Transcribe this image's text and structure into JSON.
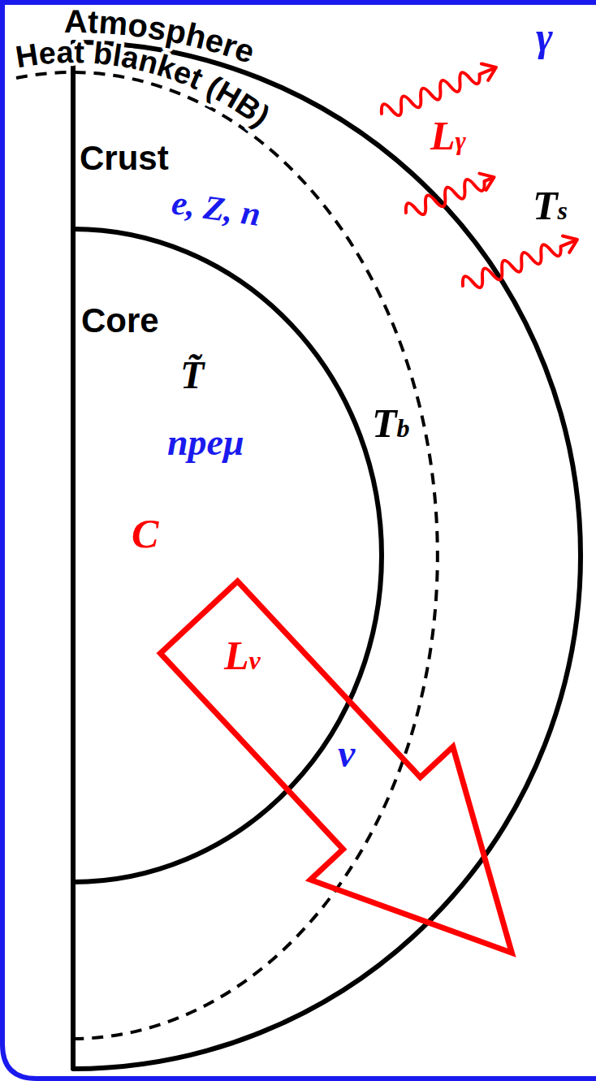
{
  "diagram": {
    "labels": [
      "Atmosphere",
      "Heat blanket (HB)",
      "γ",
      "Lγ",
      "Crust",
      "e, Z, n",
      "Ts",
      "Core",
      "T̃",
      "Tb",
      "npeμ",
      "C",
      "Lν",
      "ν"
    ]
  }
}
